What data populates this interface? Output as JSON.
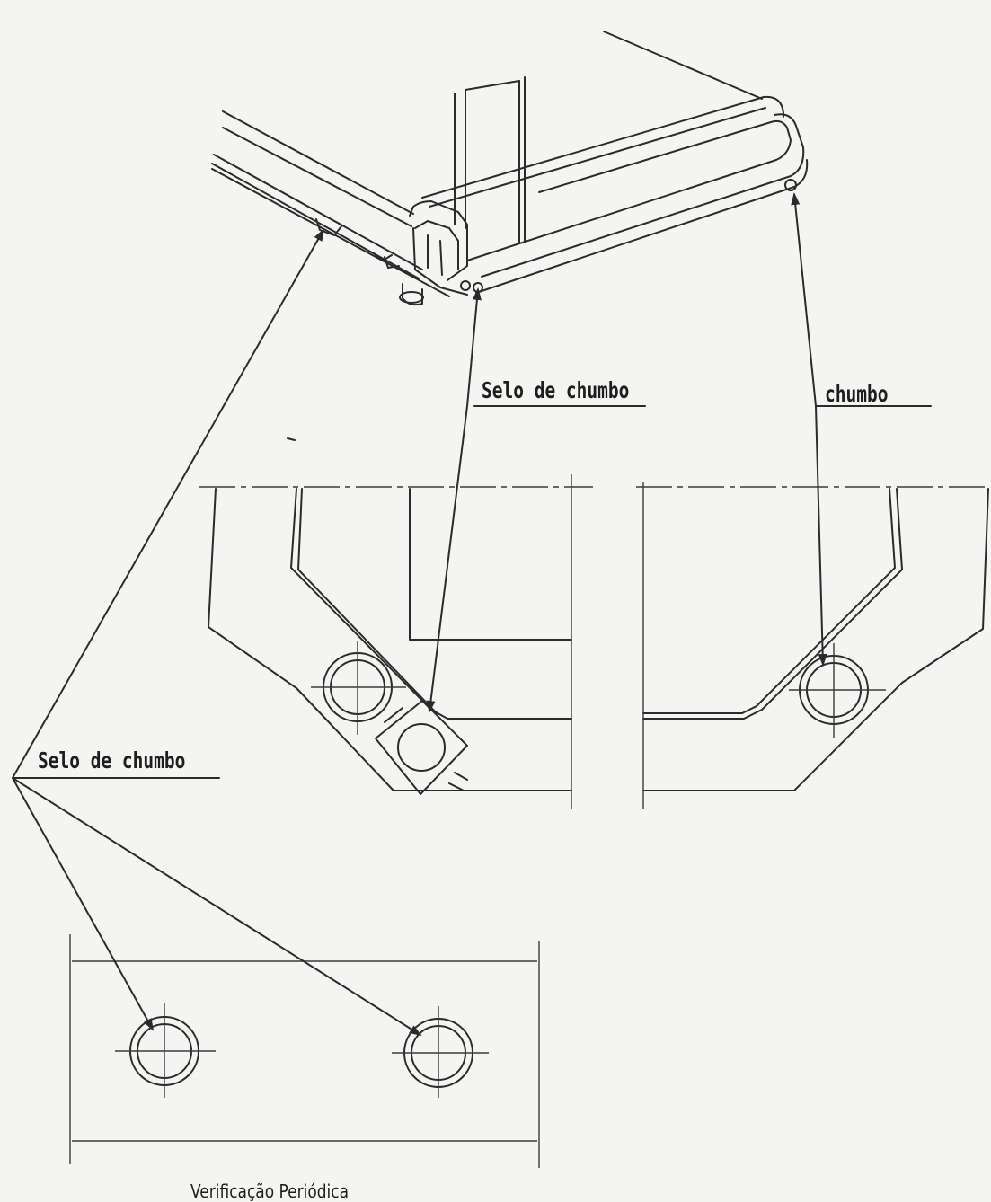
{
  "labels": {
    "seal_center": "Selo de chumbo",
    "seal_right": "chumbo",
    "seal_left": "Selo de chumbo",
    "caption": "Verificação Periódica"
  }
}
